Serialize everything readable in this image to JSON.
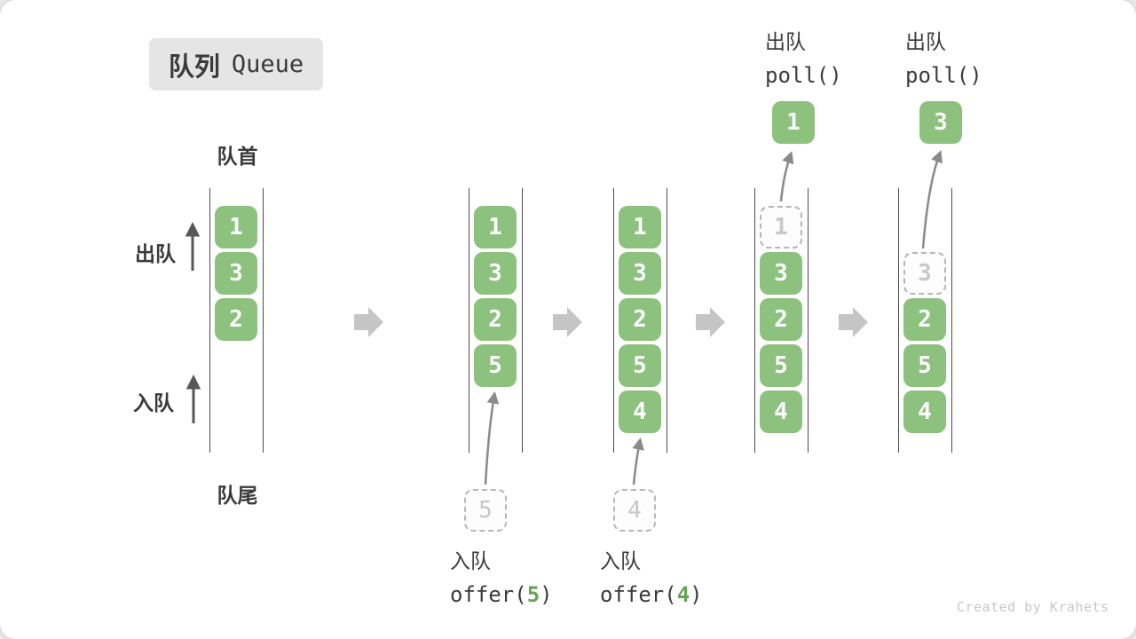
{
  "title": {
    "zh": "队列",
    "en": "Queue"
  },
  "labels": {
    "front": "队首",
    "rear": "队尾",
    "dequeue_side": "出队",
    "enqueue_side": "入队"
  },
  "queues": [
    {
      "state": "initial",
      "items": [
        {
          "slot": 1,
          "value": "1",
          "variant": "solid"
        },
        {
          "slot": 2,
          "value": "3",
          "variant": "solid"
        },
        {
          "slot": 3,
          "value": "2",
          "variant": "solid"
        }
      ]
    },
    {
      "state": "after-offer-5",
      "items": [
        {
          "slot": 1,
          "value": "1",
          "variant": "solid"
        },
        {
          "slot": 2,
          "value": "3",
          "variant": "solid"
        },
        {
          "slot": 3,
          "value": "2",
          "variant": "solid"
        },
        {
          "slot": 4,
          "value": "5",
          "variant": "solid"
        }
      ]
    },
    {
      "state": "after-offer-4",
      "items": [
        {
          "slot": 1,
          "value": "1",
          "variant": "solid"
        },
        {
          "slot": 2,
          "value": "3",
          "variant": "solid"
        },
        {
          "slot": 3,
          "value": "2",
          "variant": "solid"
        },
        {
          "slot": 4,
          "value": "5",
          "variant": "solid"
        },
        {
          "slot": 5,
          "value": "4",
          "variant": "solid"
        }
      ]
    },
    {
      "state": "after-poll-1",
      "items": [
        {
          "slot": 1,
          "value": "1",
          "variant": "dashed"
        },
        {
          "slot": 2,
          "value": "3",
          "variant": "solid"
        },
        {
          "slot": 3,
          "value": "2",
          "variant": "solid"
        },
        {
          "slot": 4,
          "value": "5",
          "variant": "solid"
        },
        {
          "slot": 5,
          "value": "4",
          "variant": "solid"
        }
      ]
    },
    {
      "state": "after-poll-3",
      "items": [
        {
          "slot": 2,
          "value": "3",
          "variant": "dashed"
        },
        {
          "slot": 3,
          "value": "2",
          "variant": "solid"
        },
        {
          "slot": 4,
          "value": "5",
          "variant": "solid"
        },
        {
          "slot": 5,
          "value": "4",
          "variant": "solid"
        }
      ]
    }
  ],
  "ops": {
    "offer5": {
      "action": "入队",
      "fn_open": "offer(",
      "arg": "5",
      "fn_close": ")",
      "staged_value": "5"
    },
    "offer4": {
      "action": "入队",
      "fn_open": "offer(",
      "arg": "4",
      "fn_close": ")",
      "staged_value": "4"
    },
    "poll1": {
      "action": "出队",
      "fn": "poll()",
      "removed_value": "1"
    },
    "poll3": {
      "action": "出队",
      "fn": "poll()",
      "removed_value": "3"
    }
  },
  "watermark": "Created by Krahets",
  "colors": {
    "box_green": "#8cc17e",
    "code_green": "#68a457",
    "queue_line": "#4c4c4c",
    "curved_arrow": "#8a8a8a",
    "block_arrow": "#c5c5c5",
    "dashed_border": "#b5b5b5",
    "dashed_text": "#c8c8c8",
    "text": "#3a3a3a",
    "badge_bg": "#e5e5e5",
    "watermark": "#c9c9c9"
  }
}
